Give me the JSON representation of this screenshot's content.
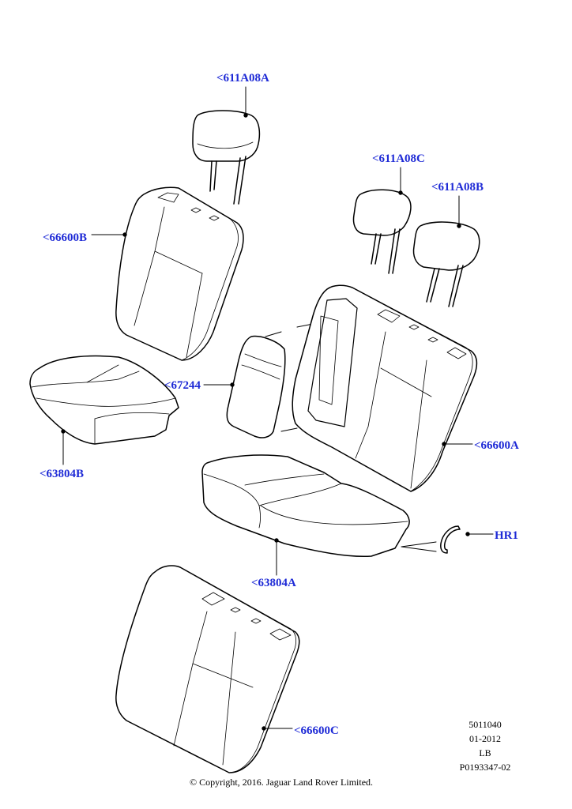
{
  "colors": {
    "label": "#1e2ad6",
    "line": "#000000",
    "text": "#000000"
  },
  "callouts": [
    {
      "id": "611a08a",
      "text": "<611A08A"
    },
    {
      "id": "611a08c",
      "text": "<611A08C"
    },
    {
      "id": "611a08b",
      "text": "<611A08B"
    },
    {
      "id": "66600b",
      "text": "<66600B"
    },
    {
      "id": "67244",
      "text": "<67244"
    },
    {
      "id": "63804b",
      "text": "<63804B"
    },
    {
      "id": "66600a",
      "text": "<66600A"
    },
    {
      "id": "hr1",
      "text": "HR1"
    },
    {
      "id": "63804a",
      "text": "<63804A"
    },
    {
      "id": "66600c",
      "text": "<66600C"
    }
  ],
  "reference": {
    "number": "5011040",
    "date": "01-2012",
    "code": "LB",
    "illustration": "P0193347-02"
  },
  "copyright": "© Copyright, 2016. Jaguar Land Rover Limited."
}
